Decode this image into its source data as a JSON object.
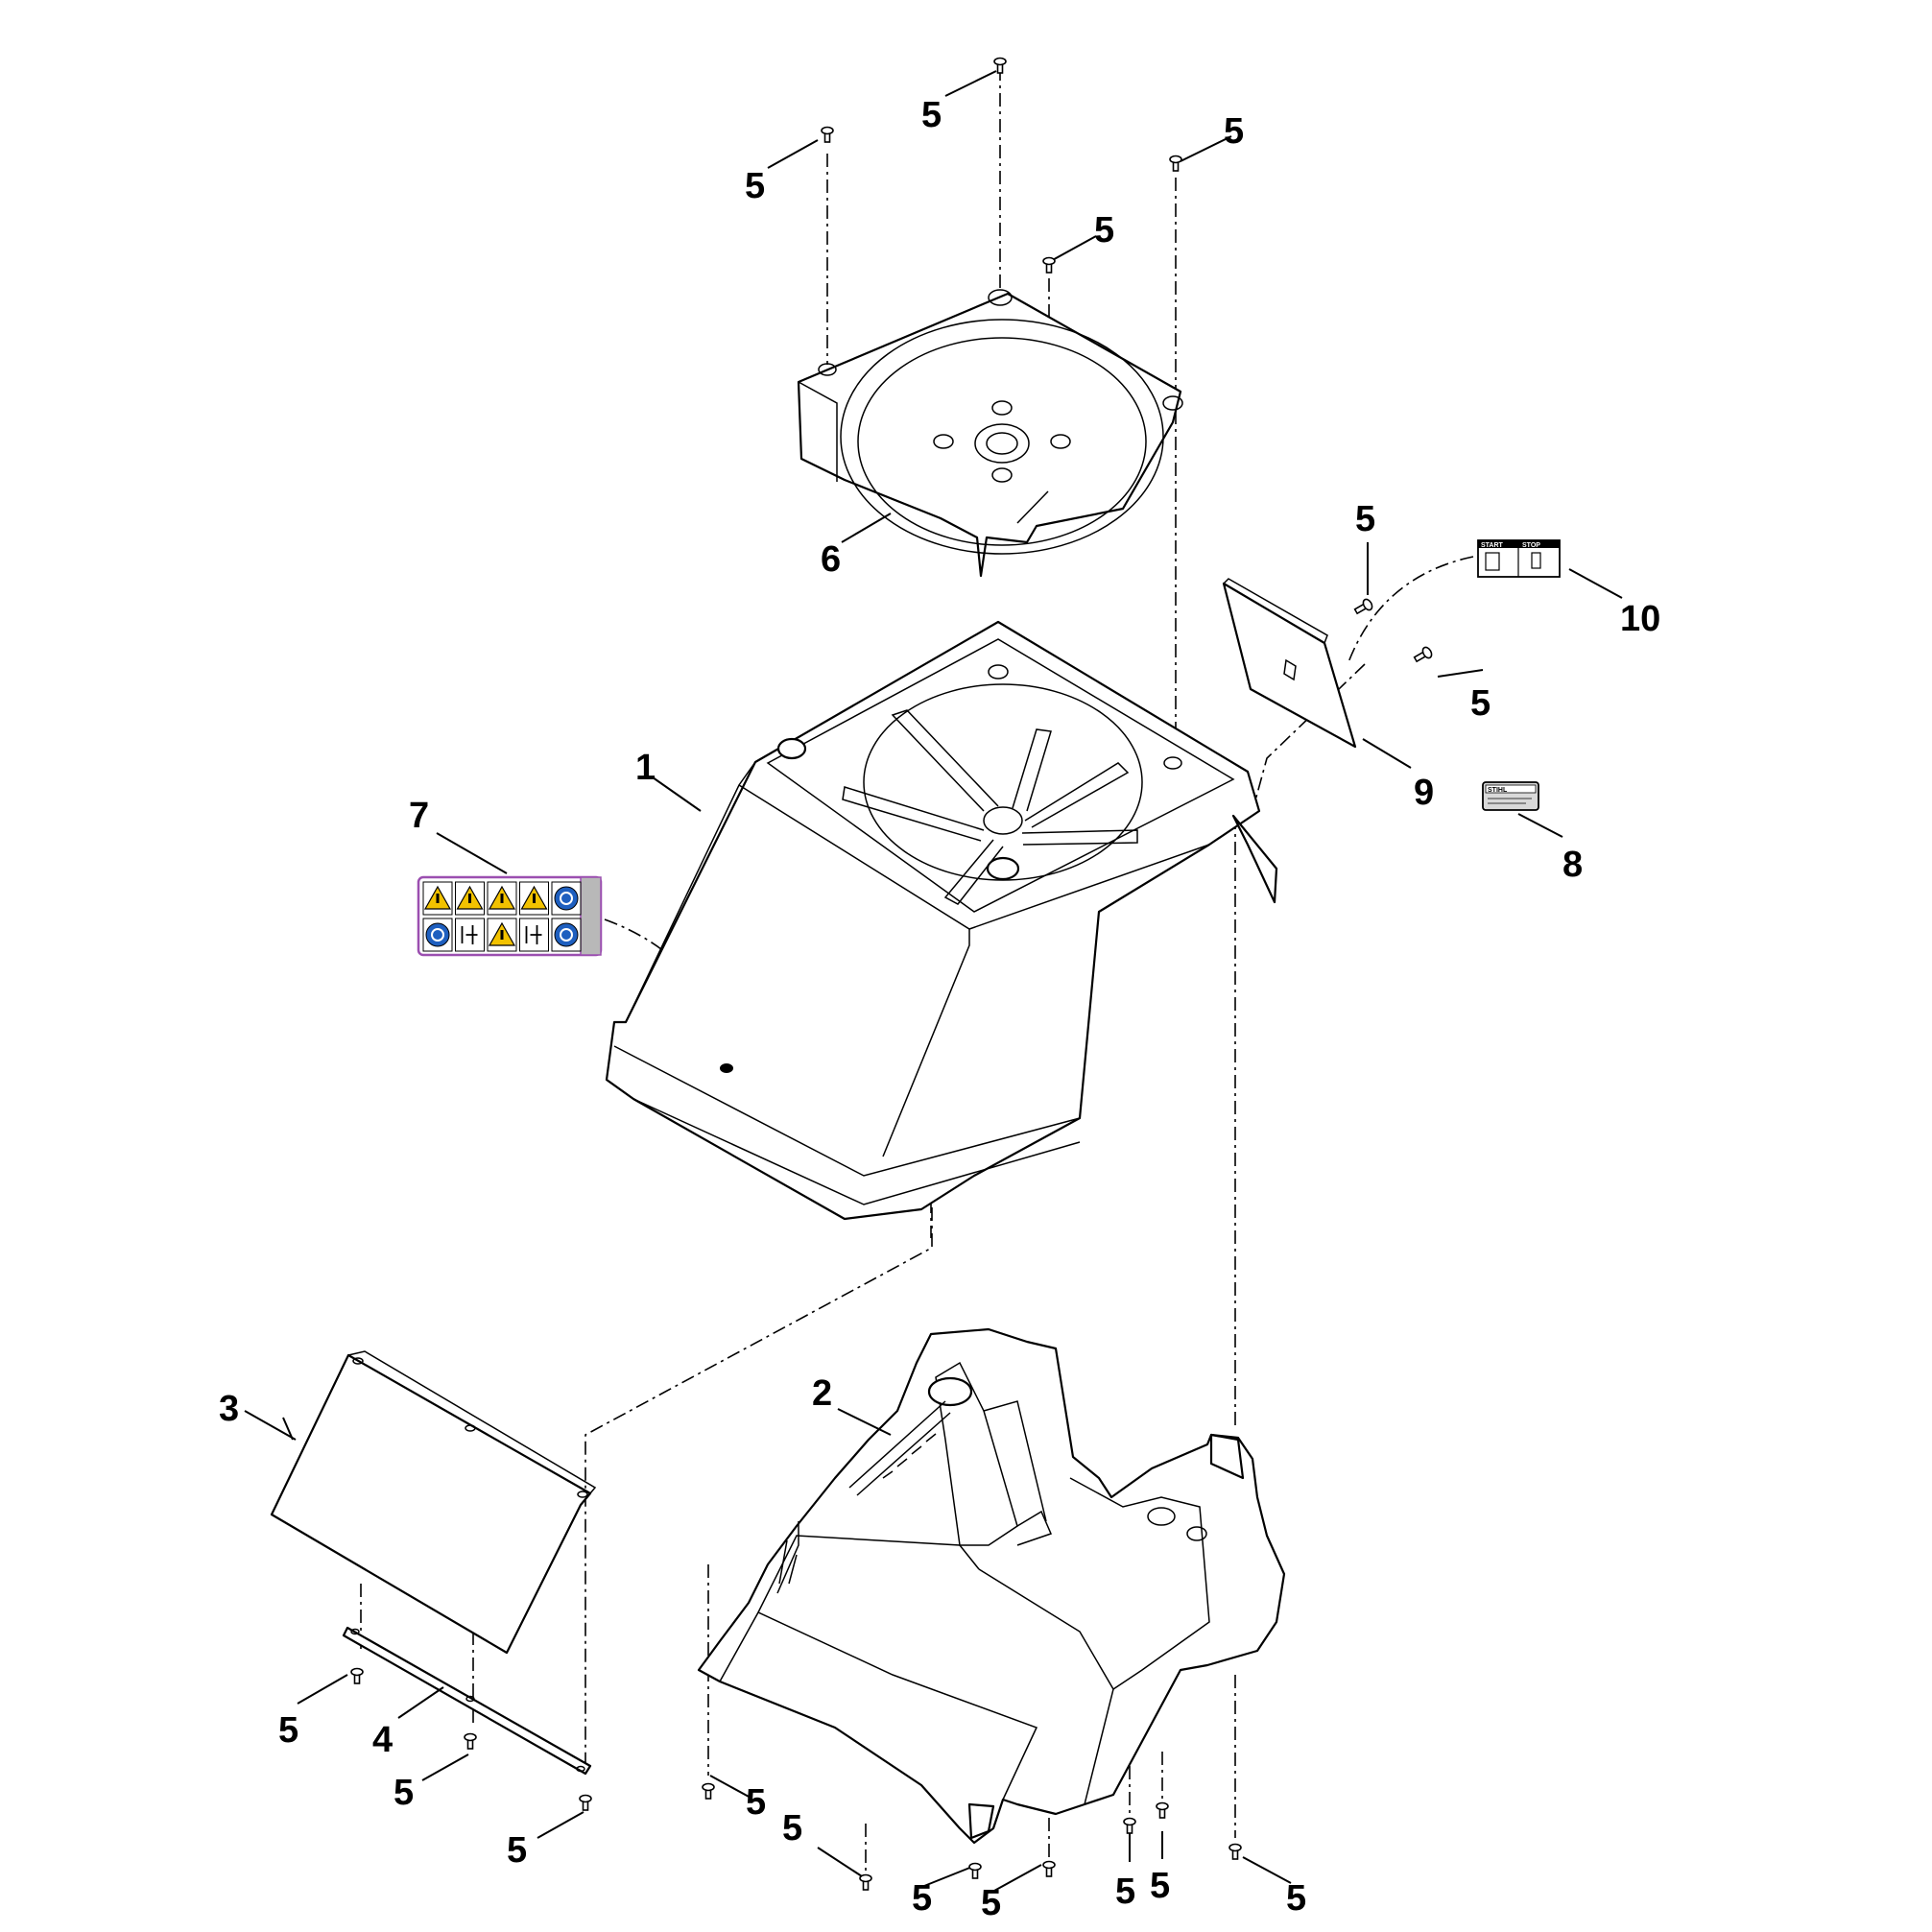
{
  "diagram": {
    "callouts": [
      {
        "id": "c1",
        "label": "1"
      },
      {
        "id": "c2",
        "label": "2"
      },
      {
        "id": "c3",
        "label": "3"
      },
      {
        "id": "c4",
        "label": "4"
      },
      {
        "id": "c6",
        "label": "6"
      },
      {
        "id": "c7",
        "label": "7"
      },
      {
        "id": "c8",
        "label": "8"
      },
      {
        "id": "c9",
        "label": "9"
      },
      {
        "id": "c10",
        "label": "10"
      }
    ],
    "screw_callout_label": "5",
    "decals": {
      "start_stop_left": "START",
      "start_stop_right": "STOP",
      "nameplate_brand": "STIHL"
    },
    "colors": {
      "line": "#000000",
      "warning_yellow": "#f2c200",
      "info_blue": "#1e5fbf",
      "decal_border_purple": "#9b4fb0",
      "decal_gray": "#b8b8b8"
    }
  }
}
